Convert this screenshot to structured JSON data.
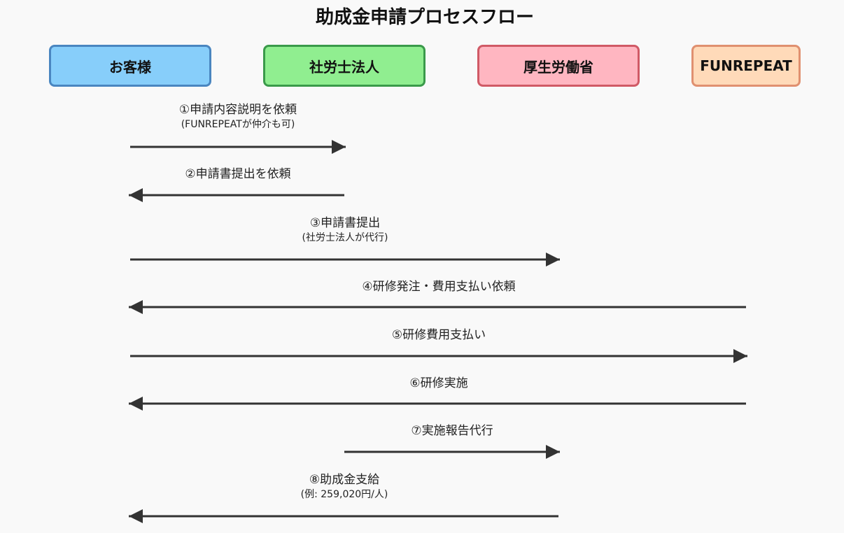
{
  "title": "助成金申請プロセスフロー",
  "actors": [
    "お客様",
    "社労士法人",
    "厚生労働省",
    "FUNREPEAT"
  ],
  "steps": [
    {
      "label": "①申請内容説明を依頼",
      "note": "(FUNREPEATが仲介も可)"
    },
    {
      "label": "②申請書提出を依頼",
      "note": ""
    },
    {
      "label": "③申請書提出",
      "note": "(社労士法人が代行)"
    },
    {
      "label": "④研修発注・費用支払い依頼",
      "note": ""
    },
    {
      "label": "⑤研修費用支払い",
      "note": ""
    },
    {
      "label": "⑥研修実施",
      "note": ""
    },
    {
      "label": "⑦実施報告代行",
      "note": ""
    },
    {
      "label": "⑧助成金支給",
      "note": "(例: 259,020円/人)"
    }
  ],
  "colors": {
    "customer": "#87cefa",
    "labor_firm": "#90ee90",
    "ministry": "#ffb6c1",
    "funrepeat": "#ffdab9",
    "arrow": "#333333"
  }
}
